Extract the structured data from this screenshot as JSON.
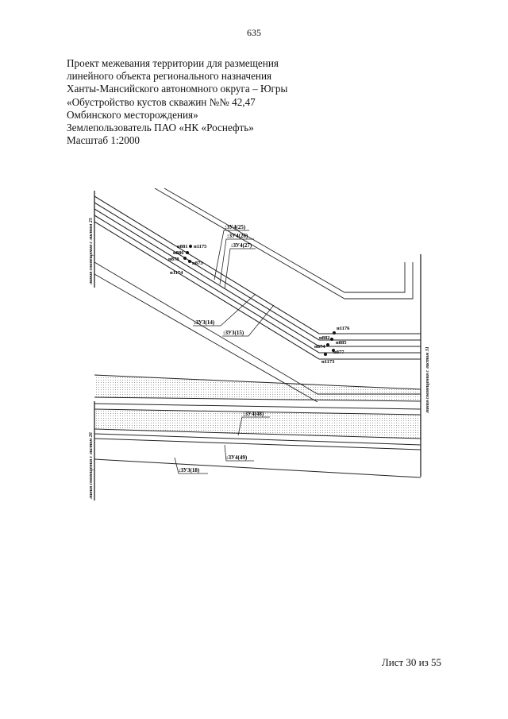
{
  "page_number": "635",
  "header": {
    "lines": [
      "Проект межевания территории для размещения",
      "линейного объекта регионального назначения",
      "Ханты-Мансийского автономного округа – Югры",
      "«Обустройство кустов скважин №№ 42,47",
      "Омбинского месторождения»",
      "Землепользователь ПАО «НК «Роснефть»",
      "Масштаб 1:2000"
    ]
  },
  "drawing": {
    "side_labels": {
      "top_left": "линия совмещения с листом 25",
      "bottom_left": "линия совмещения с листом 26",
      "right": "линия совмещения с листом 31"
    },
    "parcels": {
      "zu4_25": ":ЗУ4(25)",
      "zu4_26": ":ЗУ4(26)",
      "zu4_27": ":ЗУ4(27)",
      "zu3_14": ":ЗУ3(14)",
      "zu3_15": ":ЗУ3(15)",
      "zu4_48": ":ЗУ4(48)",
      "zu4_49": ":ЗУ4(49)",
      "zu3_18": ":ЗУ3(18)"
    },
    "points": {
      "n881": "н881",
      "n1175": "н1175",
      "n886": "н886",
      "n878": "н878",
      "n873": "н873",
      "n1174": "н1174",
      "n1176": "н1176",
      "n882": "н882",
      "n885": "н885",
      "n874": "н874",
      "n877": "н877",
      "n1173": "н1173"
    }
  },
  "footer": {
    "sheet": "Лист 30 из 55"
  }
}
